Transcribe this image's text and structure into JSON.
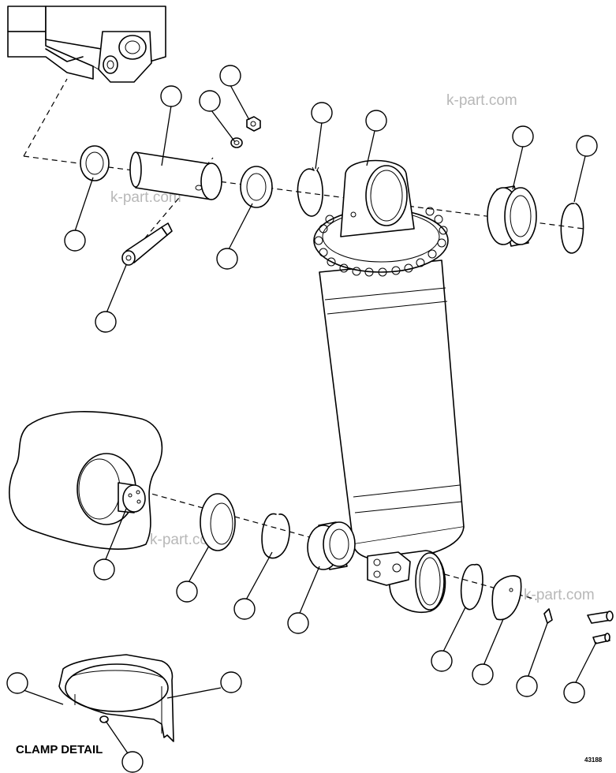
{
  "labels": {
    "clamp_detail": "CLAMP DETAIL",
    "drawing_number": "43188"
  },
  "watermarks": [
    "k-part.com",
    "k-part.com",
    "k-part.com",
    "k-part.com"
  ]
}
